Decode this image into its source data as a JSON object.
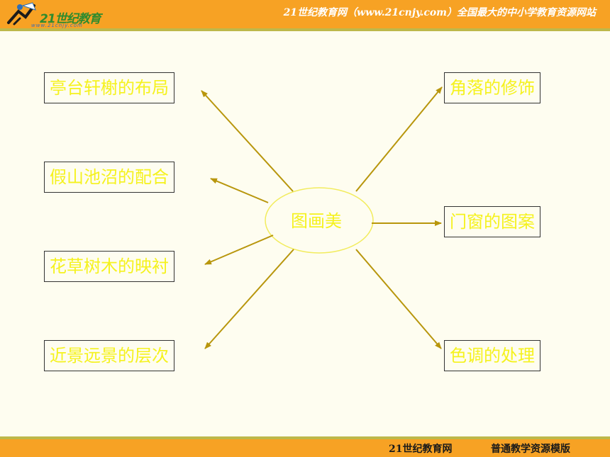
{
  "header": {
    "logo_text": "21世纪教育",
    "logo_sub": "www.21cnjy.com",
    "slogan": "21世纪教育网（www.21cnjy.com）全国最大的中小学教育资源网站"
  },
  "diagram": {
    "center": "图画美",
    "left_items": [
      "亭台轩榭的布局",
      "假山池沼的配合",
      "花草树木的映衬",
      "近景远景的层次"
    ],
    "right_items": [
      "角落的修饰",
      "门窗的图案",
      "色调的处理"
    ]
  },
  "footer": {
    "left": "21世纪教育网",
    "right": "普通教学资源模版"
  },
  "colors": {
    "background": "#FEFDF0",
    "bar": "#F7A224",
    "bar_stripe": "#BDB84A",
    "text": "#F5F21E",
    "arrow": "#B8960C"
  }
}
